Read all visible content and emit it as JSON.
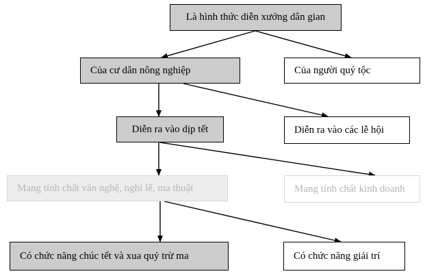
{
  "diagram": {
    "nodes": {
      "root": {
        "label": "Là hình thức diễn xướng dân gian"
      },
      "farm": {
        "label": "Của cư dân nông nghiệp"
      },
      "noble": {
        "label": "Của người quý tộc"
      },
      "tet": {
        "label": "Diễn ra vào dịp tết"
      },
      "fest": {
        "label": "Diễn ra vào các lễ hội"
      },
      "art": {
        "label": "Mang tính chất văn nghệ, nghi lễ, ma thuật"
      },
      "biz": {
        "label": "Mang tính chất kinh doanh"
      },
      "ward": {
        "label": "Có chức năng chúc tết và xua quỷ trừ ma"
      },
      "fun": {
        "label": "Có chức năng giải trí"
      }
    },
    "edges": [
      {
        "from": "root",
        "to": "farm"
      },
      {
        "from": "root",
        "to": "noble"
      },
      {
        "from": "farm",
        "to": "tet"
      },
      {
        "from": "farm",
        "to": "fest"
      },
      {
        "from": "tet",
        "to": "art"
      },
      {
        "from": "tet",
        "to": "biz"
      },
      {
        "from": "art",
        "to": "ward"
      },
      {
        "from": "art",
        "to": "fun"
      }
    ],
    "colors": {
      "highlight_fill": "#cccccc",
      "plain_fill": "#ffffff",
      "line": "#000000",
      "faded_text": "#b5b5b5"
    }
  }
}
